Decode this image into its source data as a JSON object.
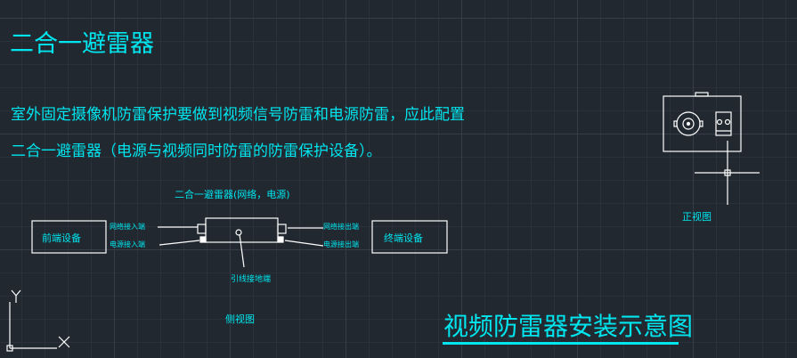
{
  "title": "二合一避雷器",
  "description": {
    "line1": "室外固定摄像机防雷保护要做到视频信号防雷和电源防雷，应此配置",
    "line2": "二合一避雷器（电源与视频同时防雷的防雷保护设备）。"
  },
  "side_view": {
    "device_label": "二合一避雷器(网络，电源)",
    "front_device": "前端设备",
    "terminal_device": "终端设备",
    "network_in": "网络接入端",
    "power_in": "电源接入端",
    "network_out": "网络接出端",
    "power_out": "电源接出端",
    "ground": "引线接地端",
    "caption": "侧视图"
  },
  "front_view": {
    "caption": "正视图"
  },
  "drawing_title": "视频防雷器安装示意图",
  "ucs": {
    "y": "Y",
    "x": "X"
  },
  "colors": {
    "text": "#00e5ee",
    "lines": "#ffffff",
    "background": "#212830"
  }
}
